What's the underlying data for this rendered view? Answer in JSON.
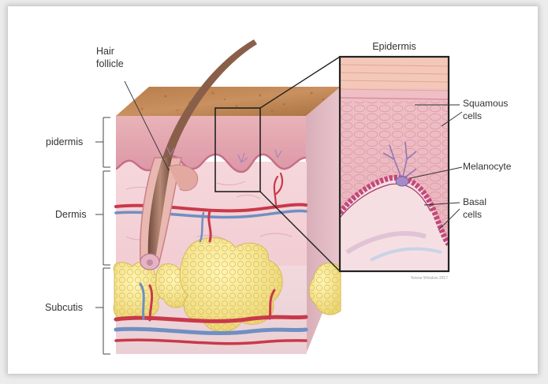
{
  "labels": {
    "hair_follicle_line1": "Hair",
    "hair_follicle_line2": "follicle",
    "epidermis_left": "pidermis",
    "dermis": "Dermis",
    "subcutis": "Subcutis",
    "inset_title": "Epidermis",
    "squamous_line1": "Squamous",
    "squamous_line2": "cells",
    "melanocyte": "Melanocyte",
    "basal_line1": "Basal",
    "basal_line2": "cells",
    "credit": "Terese Winslow 2017"
  }
}
